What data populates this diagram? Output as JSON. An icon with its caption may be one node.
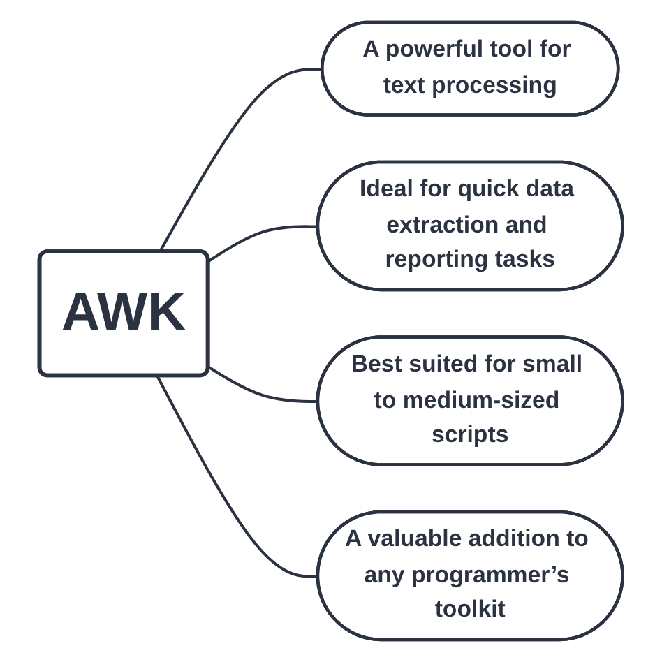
{
  "diagram": {
    "nodes": [
      {
        "text": [
          "AWK"
        ]
      },
      {
        "text": [
          "A powerful tool for text processing"
        ]
      },
      {
        "text": [
          "Ideal for quick data extraction and reporting tasks"
        ]
      },
      {
        "text": [
          "Best suited for small to medium-sized scripts"
        ]
      },
      {
        "text": [
          "A valuable addition to any programmer’s toolkit"
        ]
      }
    ],
    "edges": [
      {
        "from": 0,
        "to": 1,
        "arrow": "none"
      },
      {
        "from": 0,
        "to": 2,
        "arrow": "none"
      },
      {
        "from": 0,
        "to": 3,
        "arrow": "none"
      },
      {
        "from": 0,
        "to": 4,
        "arrow": "none"
      }
    ]
  }
}
